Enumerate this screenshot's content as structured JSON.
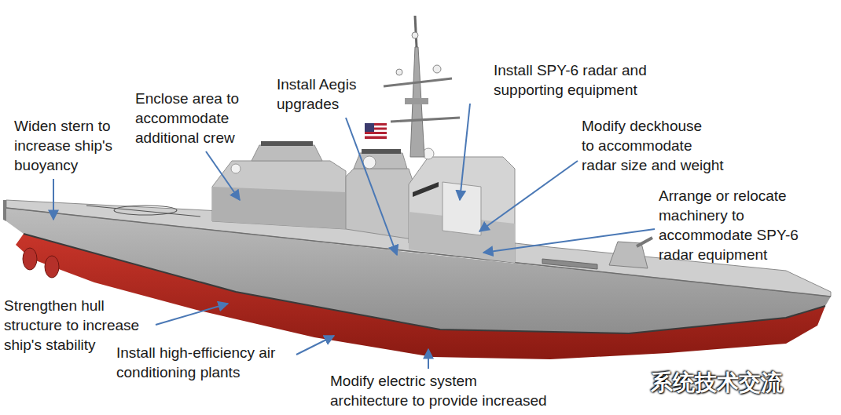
{
  "diagram": {
    "labels": [
      "Widen stern to increase ship's buoyancy",
      "Enclose area to accommodate additional crew",
      "Install Aegis upgrades",
      "Install SPY-6 radar and supporting equipment",
      "Modify deckhouse to accommodate radar size and weight",
      "Arrange or relocate machinery to accommodate SPY-6 radar equipment",
      "Strengthen hull structure to increase ship's stability",
      "Install high-efficiency air conditioning plants",
      "Modify electric system architecture to provide increased",
      "系统技术交流"
    ]
  }
}
